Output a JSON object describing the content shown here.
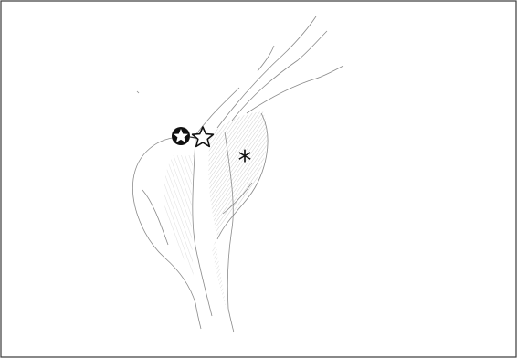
{
  "figure": {
    "kind": "pencil sketch illustration",
    "border_color": "#3a3a3a",
    "stroke_color": "#8a8a8a",
    "shade_color": "#bdbdbd"
  },
  "markers": [
    {
      "name": "black-star-marker",
      "shape": "star in black circle",
      "fill": "#111111"
    },
    {
      "name": "white-star-marker",
      "shape": "outlined star",
      "fill": "#ffffff"
    },
    {
      "name": "asterisk-marker",
      "symbol": "*",
      "color": "#111111"
    }
  ]
}
